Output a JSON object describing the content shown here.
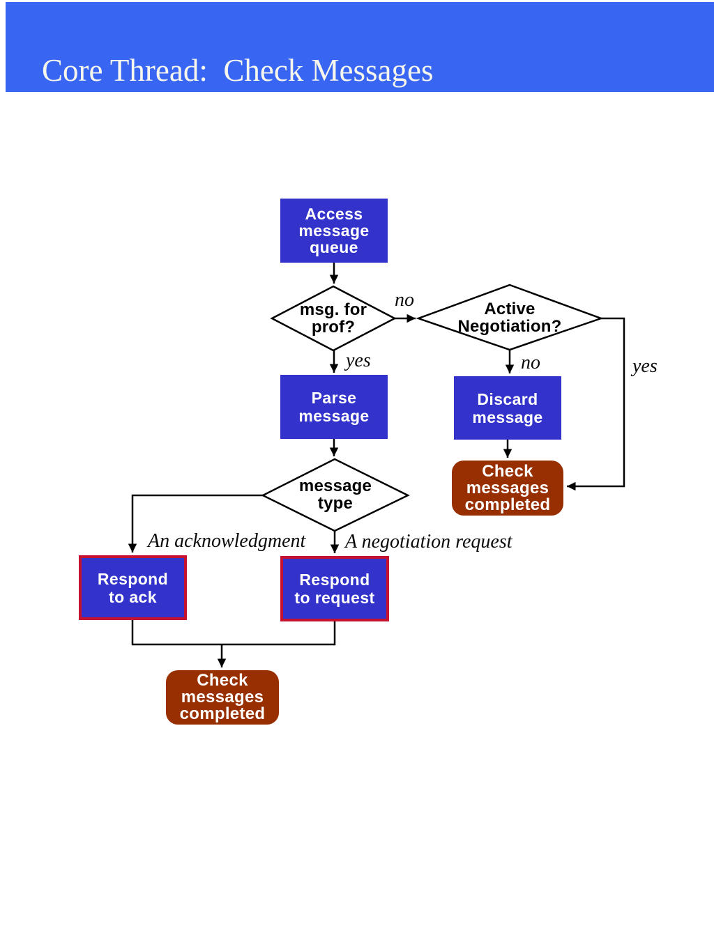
{
  "header": {
    "title": "Core Thread:  Check Messages"
  },
  "colors": {
    "header_blue": "#3866F3",
    "title_color": "#F6F6EC",
    "process_blue": "#3333CC",
    "terminator_brown": "#982F00",
    "highlight_red": "#C41230",
    "line_black": "#000000"
  },
  "nodes": {
    "access_queue": {
      "lines": [
        "Access",
        "message",
        "queue"
      ]
    },
    "parse_message": {
      "lines": [
        "Parse",
        "message"
      ]
    },
    "discard_message": {
      "lines": [
        "Discard",
        "message"
      ]
    },
    "respond_ack": {
      "lines": [
        "Respond",
        "to ack"
      ]
    },
    "respond_request": {
      "lines": [
        "Respond",
        "to request"
      ]
    },
    "check_completed_right": {
      "lines": [
        "Check",
        "messages",
        "completed"
      ]
    },
    "check_completed_bottom": {
      "lines": [
        "Check",
        "messages",
        "completed"
      ]
    }
  },
  "decisions": {
    "msg_for_prof": {
      "lines": [
        "msg. for",
        "prof?"
      ]
    },
    "active_negotiation": {
      "lines": [
        "Active",
        "Negotiation?"
      ]
    },
    "message_type": {
      "lines": [
        "message",
        "type"
      ]
    }
  },
  "edge_labels": {
    "prof_no": "no",
    "prof_yes": "yes",
    "negotiation_no": "no",
    "negotiation_yes": "yes",
    "ack_branch": "An acknowledgment",
    "request_branch": "A negotiation request"
  }
}
